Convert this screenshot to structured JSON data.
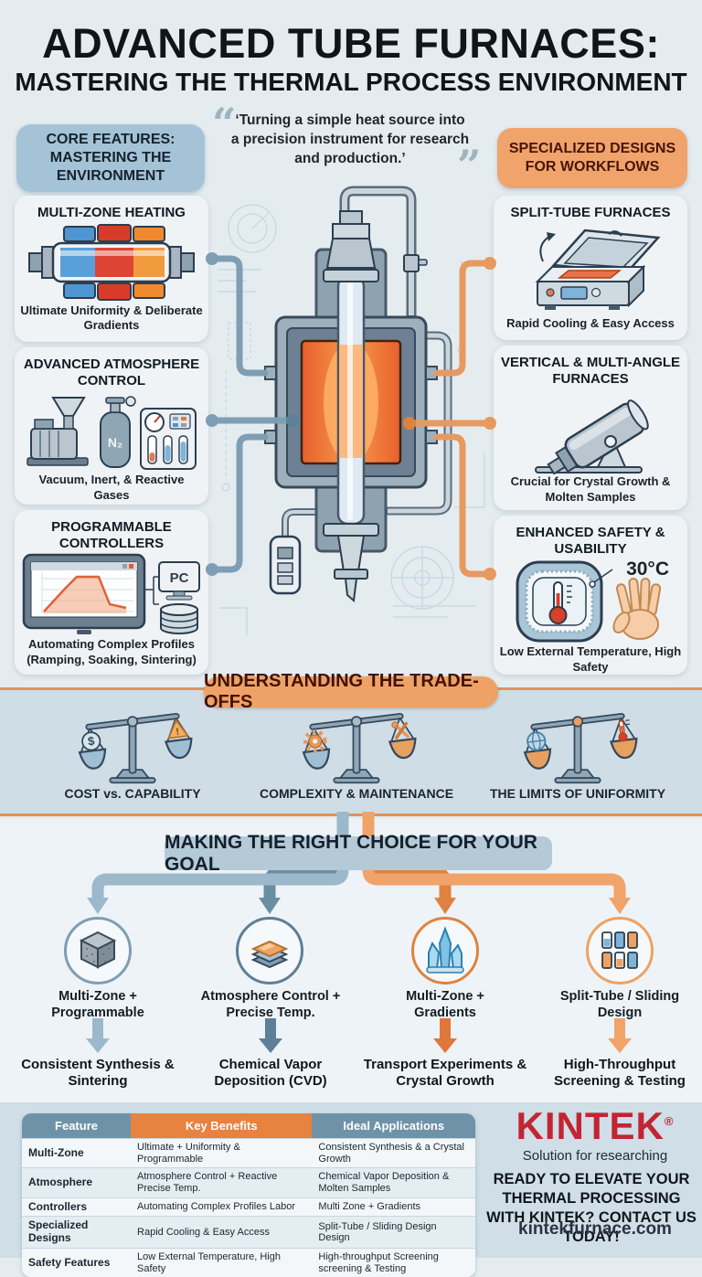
{
  "colors": {
    "page_bg": "#e4ecf0",
    "card_bg": "#eff3f6",
    "blue_accent": "#7e9eb4",
    "dark_blue": "#5d7f97",
    "orange_accent": "#e8995f",
    "dark_orange": "#e0823f",
    "badge_blue": "#a5c3d6",
    "badge_orange": "#f0a46c",
    "band_bg": "#cfdde6",
    "table_header_blue": "#6e92a8",
    "table_header_orange": "#e8823f",
    "brand_red": "#c22532",
    "furnace_glow": "#f08040"
  },
  "header": {
    "title_line1": "ADVANCED TUBE FURNACES:",
    "title_line2": "MASTERING THE THERMAL PROCESS ENVIRONMENT"
  },
  "quote": {
    "open_mark": "“",
    "close_mark": "”",
    "text": "‘Turning a simple heat source into a precision instrument for research and production.’"
  },
  "badges": {
    "core_features": "CORE FEATURES: MASTERING THE ENVIRONMENT",
    "specialized_designs": "SPECIALIZED DESIGNS FOR WORKFLOWS"
  },
  "left_features": [
    {
      "title": "MULTI-ZONE HEATING",
      "caption": "Ultimate Uniformity & Deliberate Gradients"
    },
    {
      "title": "ADVANCED ATMOSPHERE CONTROL",
      "caption": "Vacuum, Inert, & Reactive Gases",
      "cylinder_label": "N₂"
    },
    {
      "title": "PROGRAMMABLE CONTROLLERS",
      "caption": "Automating Complex Profiles (Ramping, Soaking, Sintering)",
      "pc_label": "PC"
    }
  ],
  "right_features": [
    {
      "title": "SPLIT-TUBE FURNACES",
      "caption": "Rapid Cooling & Easy Access"
    },
    {
      "title": "VERTICAL & MULTI-ANGLE FURNACES",
      "caption": "Crucial for Crystal Growth & Molten Samples"
    },
    {
      "title": "ENHANCED SAFETY & USABILITY",
      "caption": "Low External Temperature, High Safety",
      "temp_label": "30°C"
    }
  ],
  "tradeoffs": {
    "title": "UNDERSTANDING THE TRADE-OFFS",
    "items": [
      {
        "label": "COST vs. CAPABILITY"
      },
      {
        "label": "COMPLEXITY & MAINTENANCE"
      },
      {
        "label": "THE LIMITS OF UNIFORMITY"
      }
    ]
  },
  "choice": {
    "title": "MAKING THE RIGHT CHOICE FOR YOUR GOAL",
    "paths": [
      {
        "config": "Multi-Zone + Programmable",
        "outcome": "Consistent Synthesis & Sintering"
      },
      {
        "config": "Atmosphere Control + Precise Temp.",
        "outcome": "Chemical Vapor Deposition (CVD)"
      },
      {
        "config": "Multi-Zone + Gradients",
        "outcome": "Transport Experiments & Crystal Growth"
      },
      {
        "config": "Split-Tube / Sliding Design",
        "outcome": "High-Throughput Screening & Testing"
      }
    ]
  },
  "table": {
    "headers": [
      "Feature",
      "Key Benefits",
      "Ideal Applications"
    ],
    "rows": [
      [
        "Multi-Zone",
        "Ultimate + Uniformity & Programmable",
        "Consistent Synthesis & a Crystal Growth"
      ],
      [
        "Atmosphere",
        "Atmosphere Control + Reactive Precise Temp.",
        "Chemical Vapor Deposition & Molten Samples"
      ],
      [
        "Controllers",
        "Automating Complex Profiles Labor",
        "Multi Zone + Gradients"
      ],
      [
        "Specialized Designs",
        "Rapid Cooling & Easy Access",
        "Split-Tube / Sliding Design Design"
      ],
      [
        "Safety Features",
        "Low External Temperature, High Safety",
        "High-throughput Screening screening & Testing"
      ]
    ]
  },
  "footer": {
    "brand": "KINTEK",
    "registered_mark": "®",
    "tagline": "Solution for researching",
    "cta": "READY TO ELEVATE YOUR THERMAL PROCESSING WITH KINTEK? CONTACT US TODAY!",
    "website": "kintekfurnace.com"
  }
}
